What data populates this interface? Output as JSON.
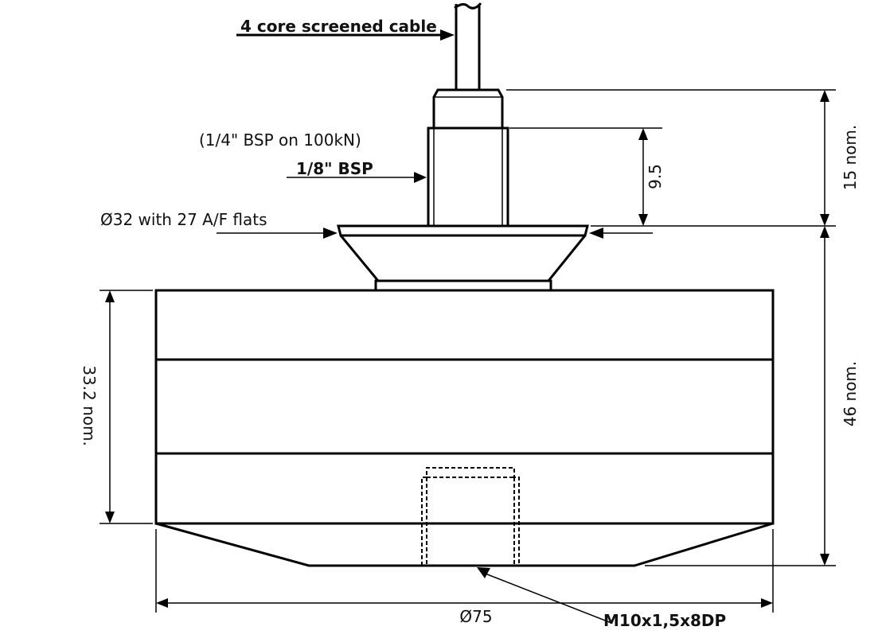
{
  "labels": {
    "cable": "4 core screened cable",
    "bsp_alt": "(1/4\" BSP on 100kN)",
    "bsp": "1/8\" BSP",
    "hex": "Ø32 with 27 A/F flats",
    "thread": "M10x1,5x8DP"
  },
  "dimensions": {
    "top_height": "15 nom.",
    "thread_length": "9.5",
    "body_height": "33.2 nom.",
    "total_height": "46 nom.",
    "diameter": "Ø75"
  },
  "colors": {
    "line": "#000000",
    "background": "#ffffff"
  }
}
